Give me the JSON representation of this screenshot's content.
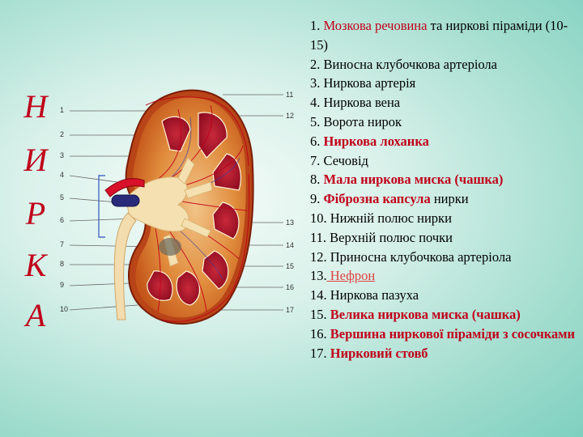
{
  "title_letters": [
    "Н",
    "И",
    "Р",
    "К",
    "А"
  ],
  "legend": [
    {
      "num": "1.",
      "hl": "Мозкова речовина",
      "rest": " та ниркові піраміди (10-15)",
      "style": "red"
    },
    {
      "num": "2.",
      "hl": "",
      "rest": " Виносна клубочкова артеріола",
      "style": "plain"
    },
    {
      "num": "3.",
      "hl": "",
      "rest": " Ниркова артерія",
      "style": "plain"
    },
    {
      "num": "4.",
      "hl": "",
      "rest": " Ниркова вена",
      "style": "plain"
    },
    {
      "num": "5.",
      "hl": "",
      "rest": " Ворота нирок",
      "style": "plain"
    },
    {
      "num": "6.",
      "hl": " Ниркова лоханка",
      "rest": "",
      "style": "bold"
    },
    {
      "num": "7.",
      "hl": "",
      "rest": " Сечовід",
      "style": "plain"
    },
    {
      "num": "8.",
      "hl": " Мала ниркова миска (чашка)",
      "rest": "",
      "style": "bold"
    },
    {
      "num": "9.",
      "hl": " Фіброзна капсула",
      "rest": " нирки",
      "style": "bold"
    },
    {
      "num": "10.",
      "hl": "",
      "rest": " Нижній полюс нирки",
      "style": "plain"
    },
    {
      "num": "11.",
      "hl": "",
      "rest": " Верхній полюс почки",
      "style": "plain"
    },
    {
      "num": "12.",
      "hl": "",
      "rest": " Приносна клубочкова артеріола",
      "style": "plain"
    },
    {
      "num": "13.",
      "hl": " Нефрон",
      "rest": "",
      "style": "link"
    },
    {
      "num": "14.",
      "hl": "",
      "rest": " Ниркова пазуха",
      "style": "plain"
    },
    {
      "num": "15.",
      "hl": " Велика ниркова миска (чашка)",
      "rest": "",
      "style": "bold"
    },
    {
      "num": "16.",
      "hl": " Вершина ниркової піраміди з сосочками",
      "rest": "",
      "style": "bold"
    },
    {
      "num": "17.",
      "hl": " Нирковий стовб",
      "rest": "",
      "style": "bold"
    }
  ],
  "diagram_labels_left": [
    "1",
    "2",
    "3",
    "4",
    "5",
    "6",
    "7",
    "8",
    "9",
    "10"
  ],
  "diagram_labels_right": [
    "11",
    "12",
    "13",
    "14",
    "15",
    "16",
    "17"
  ],
  "colors": {
    "red": "#c0001a",
    "cortex": "#c45a1c",
    "pyramid": "#b0142a",
    "vein": "#2a2a7a",
    "ureter": "#f0d7a0"
  }
}
